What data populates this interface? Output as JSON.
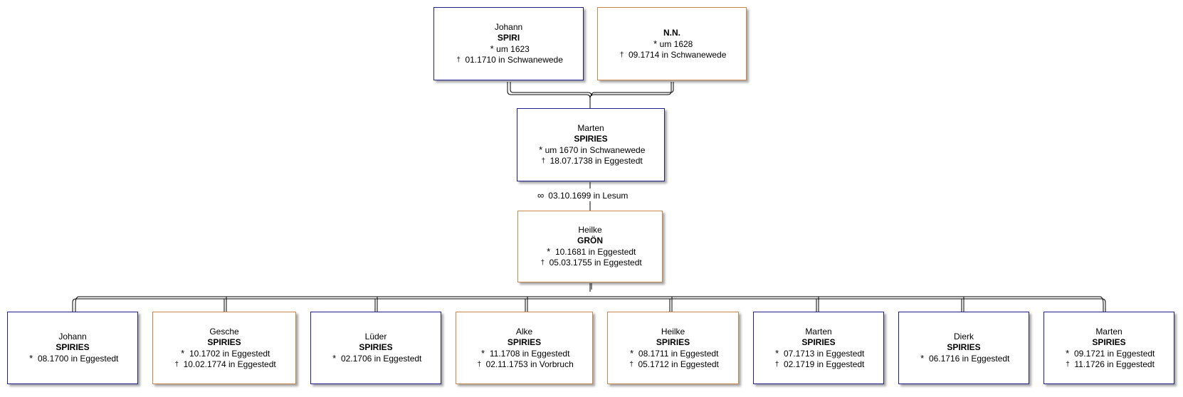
{
  "symbols": {
    "birth": "*",
    "death": "†",
    "marriage": "∞"
  },
  "father": {
    "given": "Johann",
    "surname": "SPIRI",
    "birth": "um 1623",
    "death": "01.1710 in Schwanewede",
    "gender": "male"
  },
  "mother": {
    "given": "N.N.",
    "surname": "",
    "birth": "um 1628",
    "death": "09.1714 in Schwanewede",
    "gender": "female"
  },
  "person": {
    "given": "Marten",
    "surname": "SPIRIES",
    "birth": "um 1670 in Schwanewede",
    "death": "18.07.1738 in Eggestedt",
    "gender": "male"
  },
  "marriage": {
    "text": "03.10.1699 in Lesum"
  },
  "spouse": {
    "given": "Heilke",
    "surname": "GRÖN",
    "birth": "10.1681 in Eggestedt",
    "death": "05.03.1755 in Eggestedt",
    "gender": "female"
  },
  "children": [
    {
      "given": "Johann",
      "surname": "SPIRIES",
      "birth": "08.1700 in Eggestedt",
      "death": "",
      "gender": "male"
    },
    {
      "given": "Gesche",
      "surname": "SPIRIES",
      "birth": "10.1702 in Eggestedt",
      "death": "10.02.1774 in Eggestedt",
      "gender": "female"
    },
    {
      "given": "Lüder",
      "surname": "SPIRIES",
      "birth": "02.1706 in Eggestedt",
      "death": "",
      "gender": "male"
    },
    {
      "given": "Alke",
      "surname": "SPIRIES",
      "birth": "11.1708 in Eggestedt",
      "death": "02.11.1753 in Vorbruch",
      "gender": "female"
    },
    {
      "given": "Heilke",
      "surname": "SPIRIES",
      "birth": "08.1711 in Eggestedt",
      "death": "05.1712 in Eggestedt",
      "gender": "female"
    },
    {
      "given": "Marten",
      "surname": "SPIRIES",
      "birth": "07.1713 in Eggestedt",
      "death": "02.1719 in Eggestedt",
      "gender": "male"
    },
    {
      "given": "Dierk",
      "surname": "SPIRIES",
      "birth": "06.1716 in Eggestedt",
      "death": "",
      "gender": "male"
    },
    {
      "given": "Marten",
      "surname": "SPIRIES",
      "birth": "09.1721 in Eggestedt",
      "death": "11.1726 in Eggestedt",
      "gender": "male"
    }
  ],
  "colors": {
    "male_border": "#1e1e8c",
    "female_border": "#c8874a",
    "line": "#000000"
  }
}
